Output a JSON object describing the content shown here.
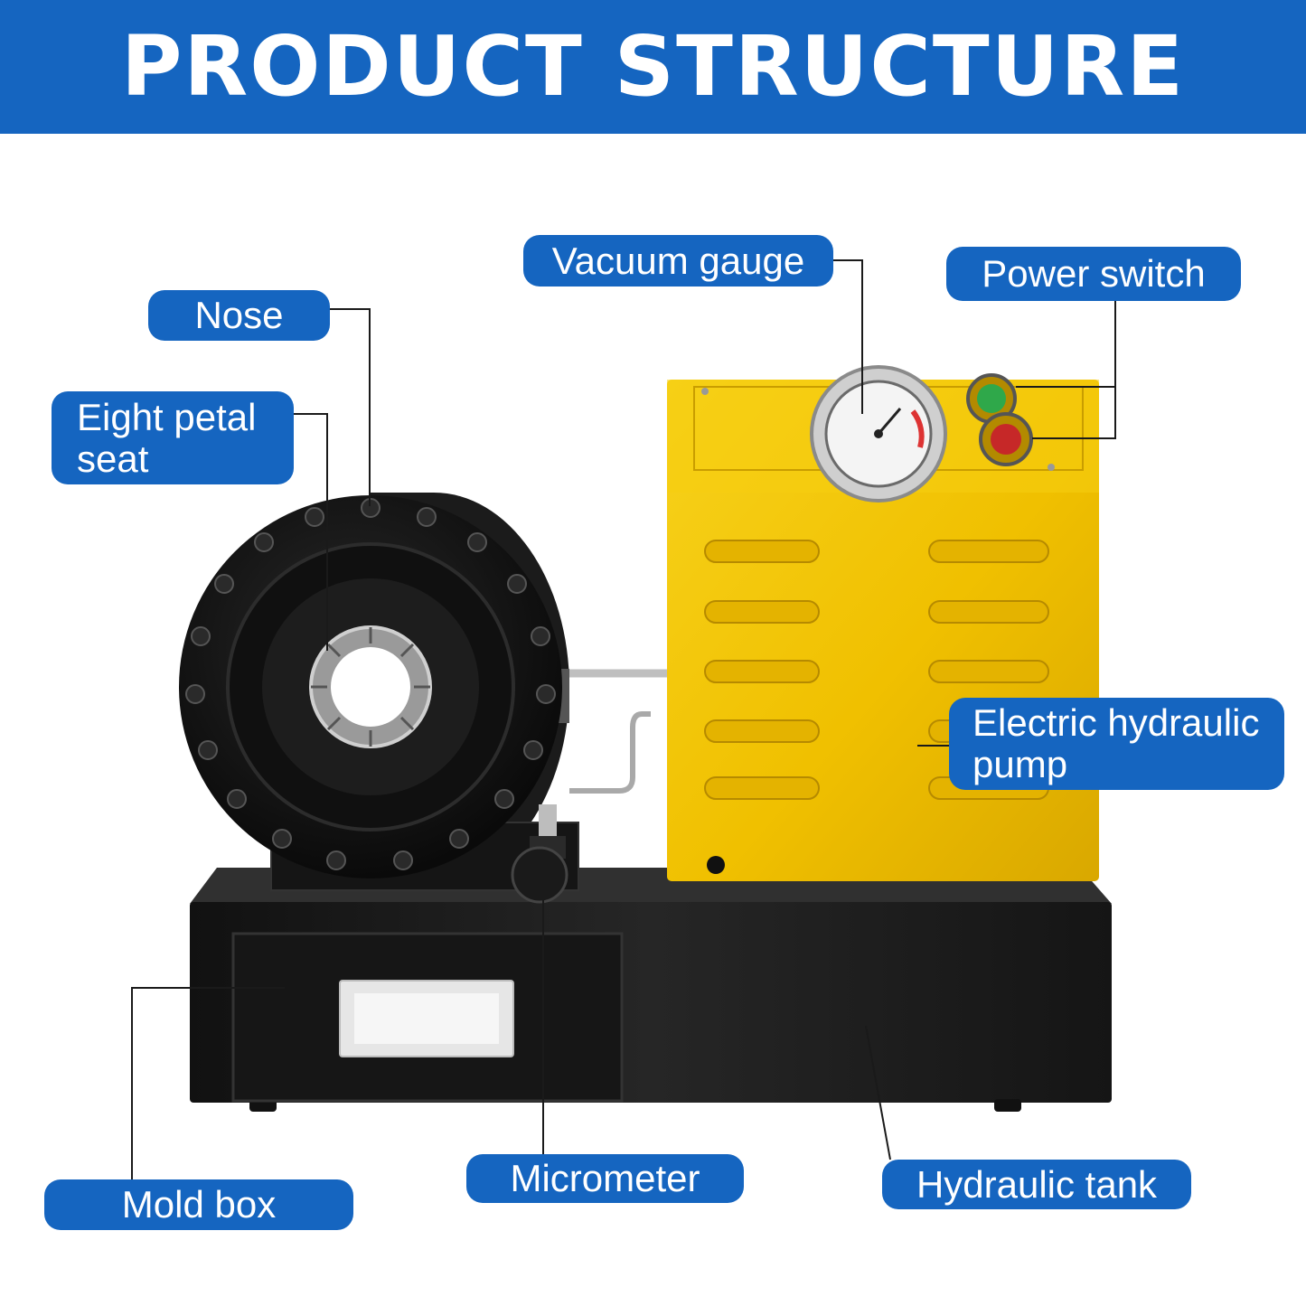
{
  "header": {
    "title": "PRODUCT STRUCTURE"
  },
  "colors": {
    "banner": "#1565c0",
    "label_bg": "#1565c0",
    "label_text": "#ffffff",
    "pump_housing": "#f2c200",
    "machine_body": "#1c1c1c"
  },
  "labels": {
    "nose": "Nose",
    "eight_petal_seat": "Eight petal\nseat",
    "vacuum_gauge": "Vacuum gauge",
    "power_switch": "Power switch",
    "electric_hydraulic_pump": "Electric hydraulic\npump",
    "mold_box": "Mold box",
    "micrometer": "Micrometer",
    "hydraulic_tank": "Hydraulic tank"
  }
}
